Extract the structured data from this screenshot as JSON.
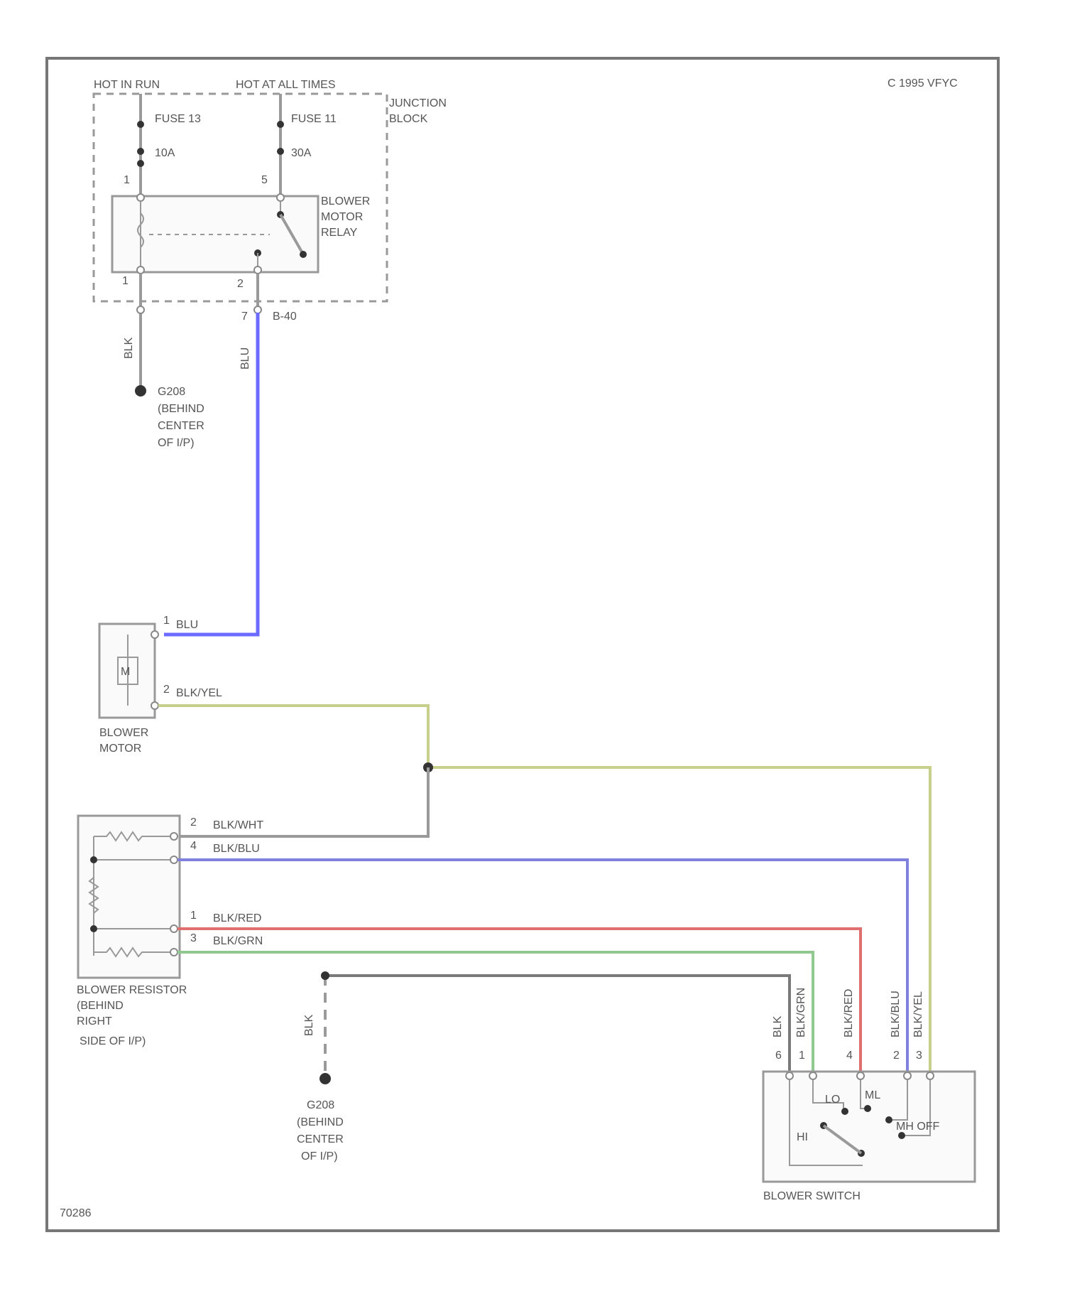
{
  "copyright": "C 1995 VFYC",
  "figure_id": "70286",
  "junction_block": {
    "label_line1": "JUNCTION",
    "label_line2": "BLOCK",
    "hot_in_run": "HOT IN RUN",
    "hot_at_all_times": "HOT AT ALL TIMES",
    "fuse_a_name": "FUSE 13",
    "fuse_a_rating": "10A",
    "fuse_b_name": "FUSE 11",
    "fuse_b_rating": "30A",
    "pin_a_top": "1",
    "pin_b_top": "5",
    "pin_a_bottom": "1",
    "pin_b_bottom": "2",
    "connector_pin": "7",
    "connector_id": "B-40"
  },
  "relay": {
    "line1": "BLOWER",
    "line2": "MOTOR",
    "line3": "RELAY"
  },
  "ground_upper": {
    "wire_color": "BLK",
    "line1": "G208",
    "line2": "(BEHIND",
    "line3": "CENTER",
    "line4": "OF I/P)"
  },
  "relay_output_wire": "BLU",
  "blower_motor": {
    "symbol": "M",
    "line1": "BLOWER",
    "line2": "MOTOR",
    "pin1": "1",
    "pin1_wire": "BLU",
    "pin2": "2",
    "pin2_wire": "BLK/YEL"
  },
  "blower_resistor": {
    "line1": "BLOWER RESISTOR",
    "line2": "(BEHIND",
    "line3": "RIGHT",
    "line4": "SIDE OF I/P)",
    "pins": [
      {
        "pin": "2",
        "wire": "BLK/WHT"
      },
      {
        "pin": "4",
        "wire": "BLK/BLU"
      },
      {
        "pin": "1",
        "wire": "BLK/RED"
      },
      {
        "pin": "3",
        "wire": "BLK/GRN"
      }
    ]
  },
  "ground_lower": {
    "wire_color": "BLK",
    "line1": "G208",
    "line2": "(BEHIND",
    "line3": "CENTER",
    "line4": "OF I/P)"
  },
  "blower_switch": {
    "label": "BLOWER SWITCH",
    "wires": [
      {
        "pin": "6",
        "wire": "BLK"
      },
      {
        "pin": "1",
        "wire": "BLK/GRN"
      },
      {
        "pin": "4",
        "wire": "BLK/RED"
      },
      {
        "pin": "2",
        "wire": "BLK/BLU"
      },
      {
        "pin": "3",
        "wire": "BLK/YEL"
      }
    ],
    "positions": {
      "lo": "LO",
      "ml": "ML",
      "hi": "HI",
      "mh_off": "MH OFF"
    }
  },
  "colors": {
    "blu": "#6b6bff",
    "blk_yel": "#c8cf8a",
    "blk_blu": "#8080dd",
    "blk_red": "#e07070",
    "blk_grn": "#90c890",
    "blk": "#7a7a7a"
  }
}
